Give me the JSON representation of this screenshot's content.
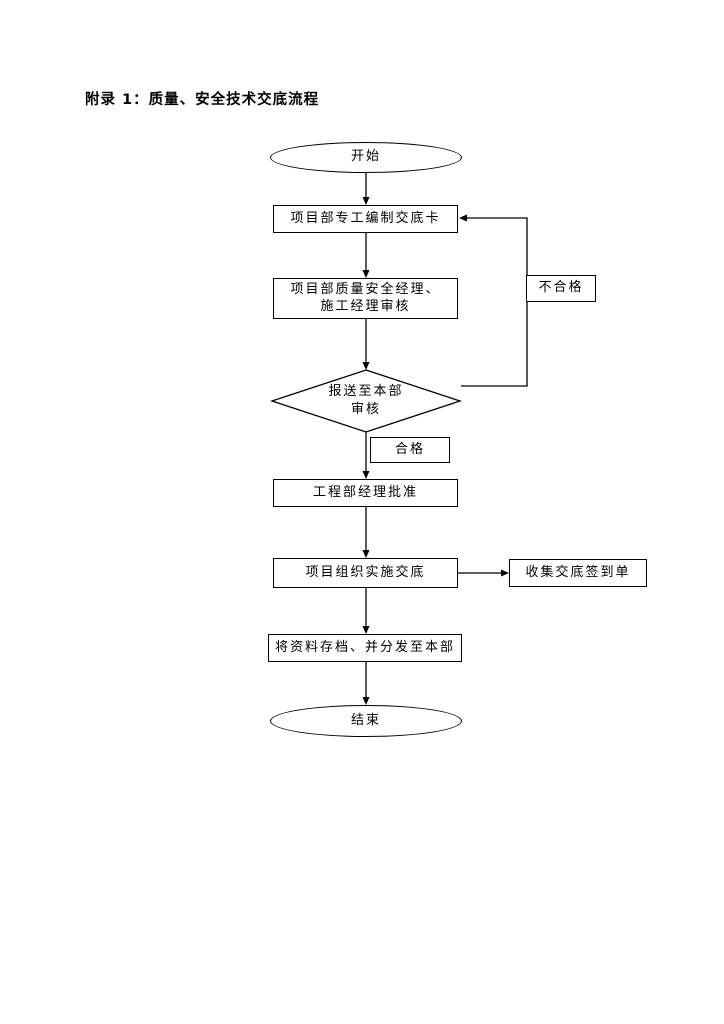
{
  "page": {
    "title": "附录 1：质量、安全技术交底流程",
    "background": "#ffffff"
  },
  "colors": {
    "line": "#000000",
    "text": "#000000",
    "shape_fill": "#ffffff"
  },
  "flowchart": {
    "start": "开始",
    "step1": "项目部专工编制交底卡",
    "step2": "项目部质量安全经理、\n施工经理审核",
    "decision": "报送至本部\n审核",
    "label_fail": "不合格",
    "label_pass": "合格",
    "step3": "工程部经理批准",
    "step4": "项目组织实施交底",
    "side_output": "收集交底签到单",
    "step5": "将资料存档、并分发至本部",
    "end": "结束"
  }
}
